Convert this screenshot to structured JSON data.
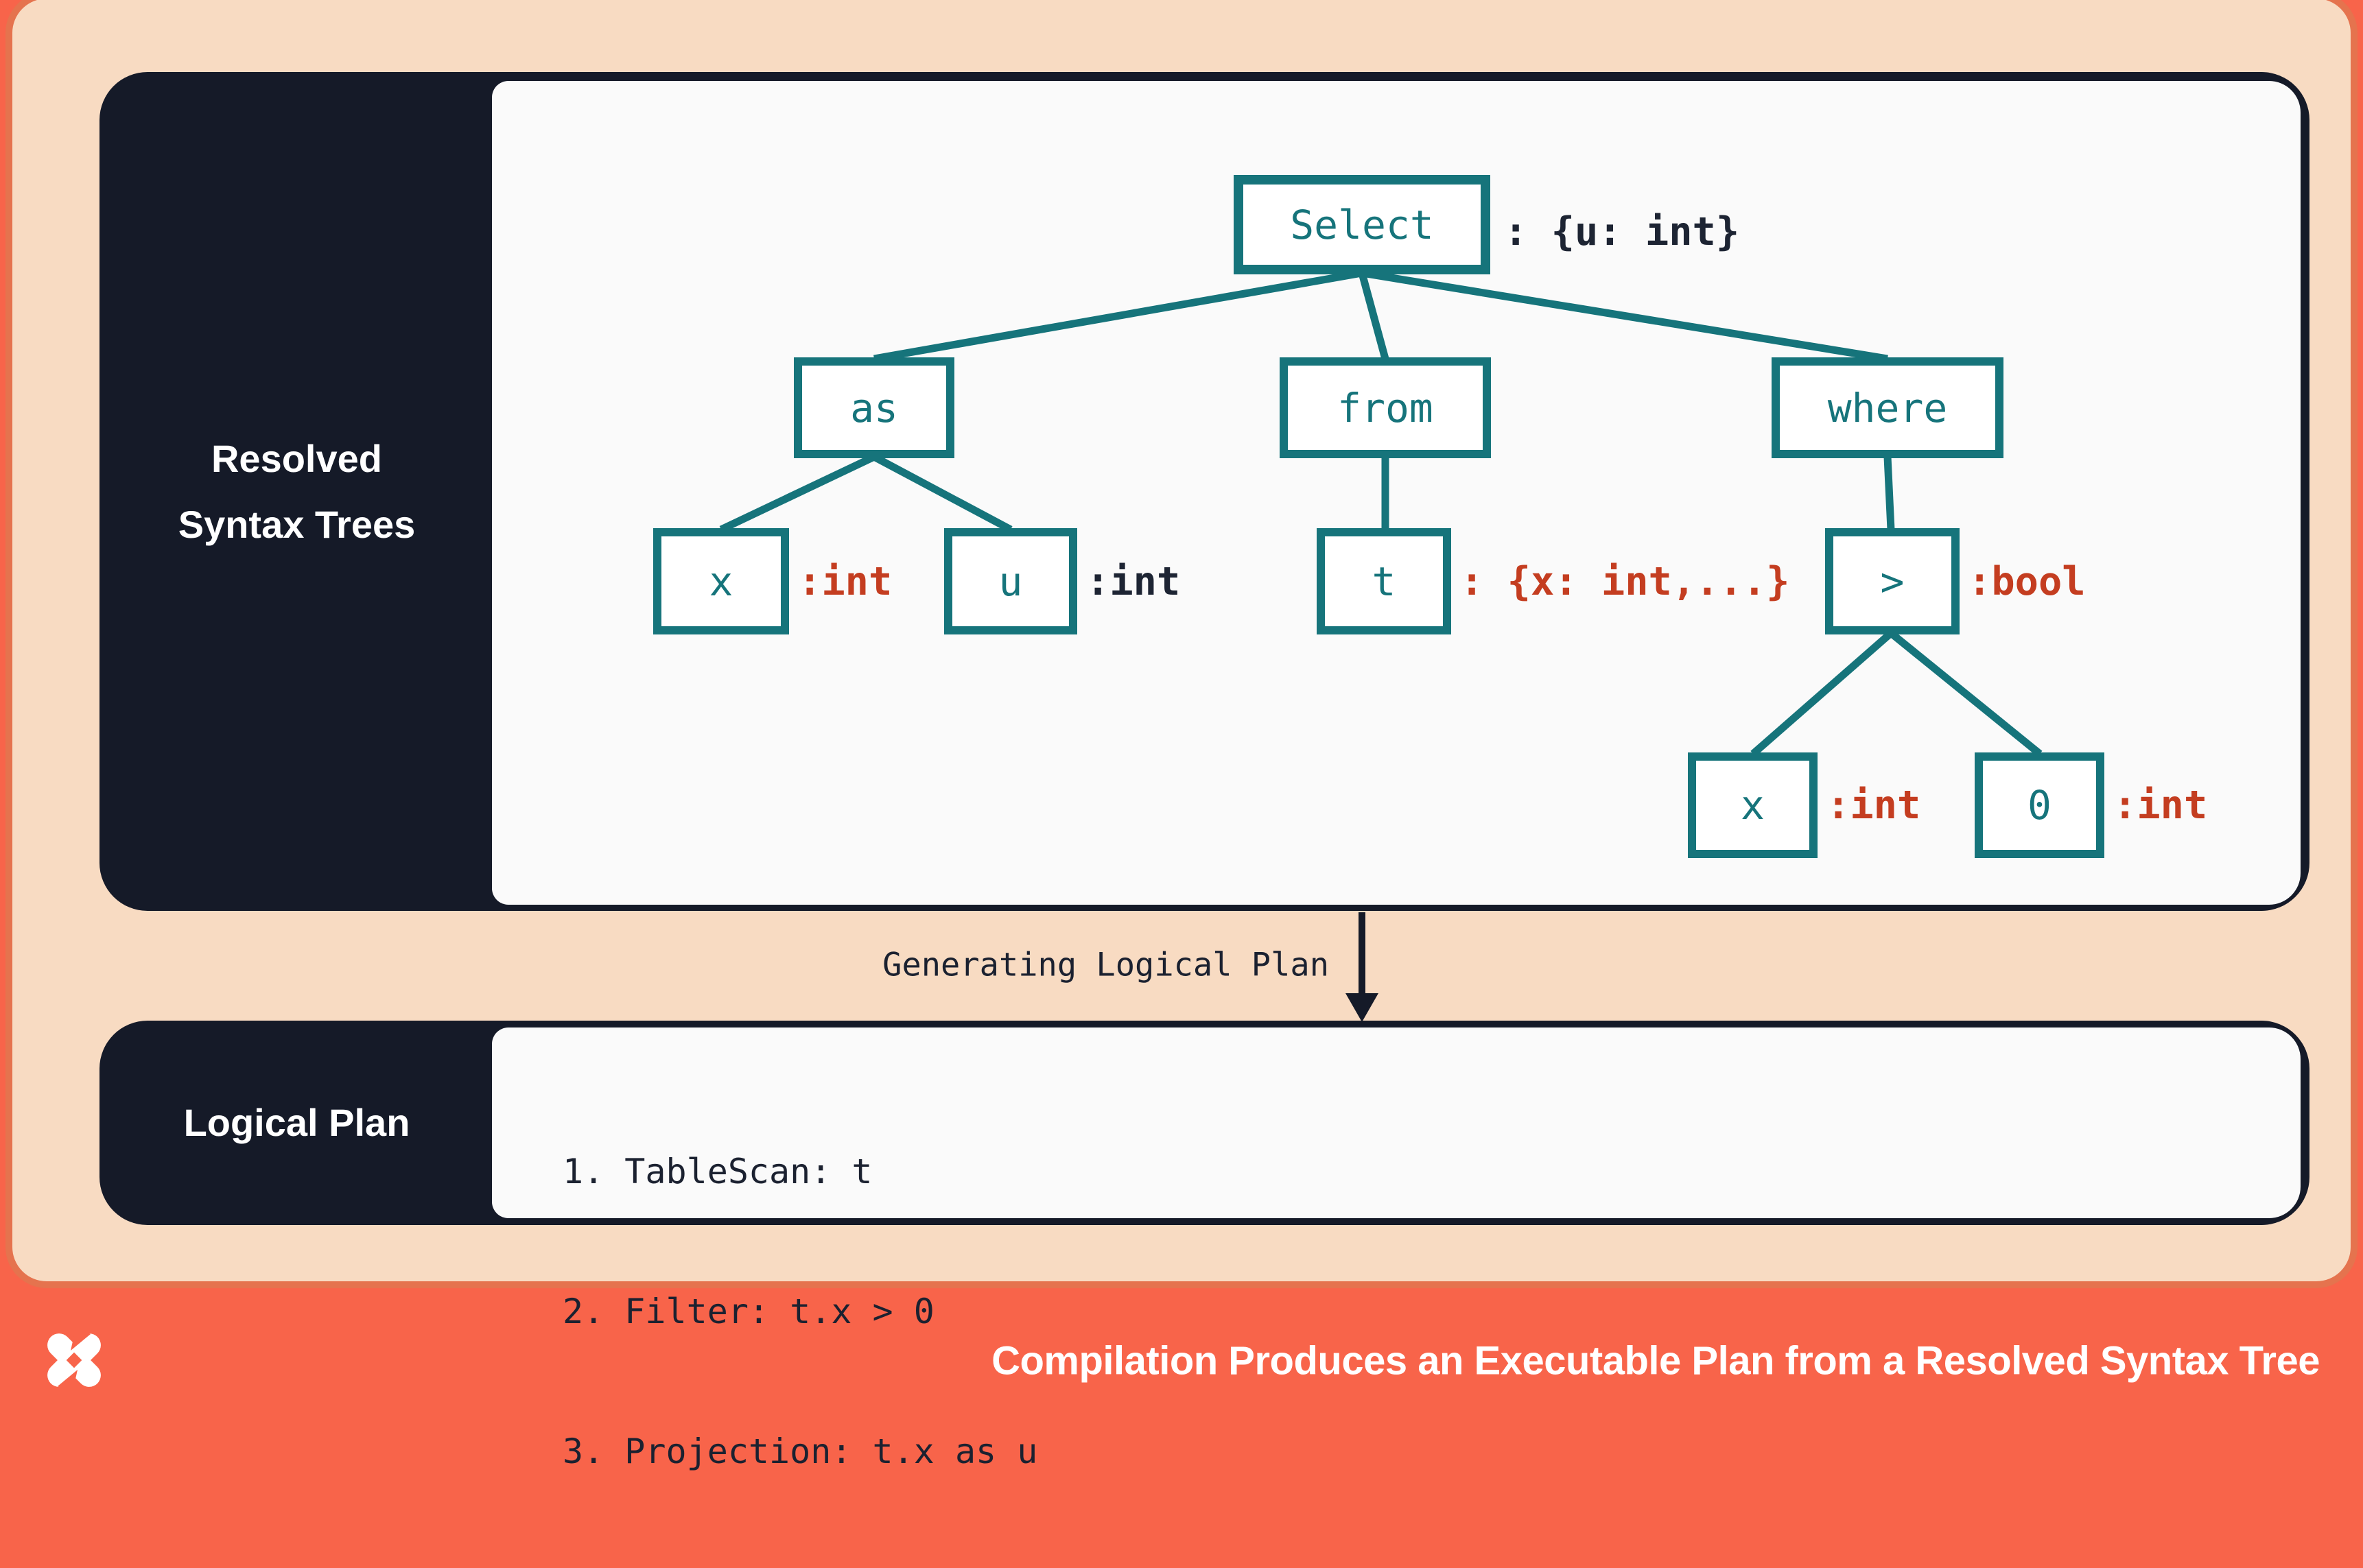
{
  "colors": {
    "coral_background": "#f8644a",
    "card_rim_orange": "#e5734e",
    "peach_card": "#f8dbc2",
    "panel_navy": "#151a28",
    "content_white": "#fafafa",
    "node_teal": "#16747b",
    "type_red": "#c43d20",
    "type_navy": "#1d2433",
    "text_white": "#ffffff"
  },
  "panels": {
    "resolved": {
      "label_line1": "Resolved",
      "label_line2": "Syntax Trees"
    },
    "logical": {
      "label": "Logical Plan"
    }
  },
  "tree": {
    "select": {
      "label": "Select",
      "annotation": ": {u: int}"
    },
    "as": {
      "label": "as"
    },
    "from": {
      "label": "from"
    },
    "where": {
      "label": "where"
    },
    "x1": {
      "label": "x",
      "annotation": ":int"
    },
    "u": {
      "label": "u",
      "annotation": ":int"
    },
    "t": {
      "label": "t",
      "annotation": ": {x: int,...}"
    },
    "gt": {
      "label": ">",
      "annotation": ":bool"
    },
    "x2": {
      "label": "x",
      "annotation": ":int"
    },
    "zero": {
      "label": "0",
      "annotation": ":int"
    }
  },
  "flow": {
    "arrow_label": "Generating Logical Plan"
  },
  "logical_plan": {
    "steps": [
      "1. TableScan: t",
      "2. Filter: t.x > 0",
      "3. Projection: t.x as u"
    ]
  },
  "footer": {
    "logo": "dolthub-pinwheel-logo",
    "title": "Compilation Produces an Executable Plan from a Resolved Syntax Tree"
  }
}
